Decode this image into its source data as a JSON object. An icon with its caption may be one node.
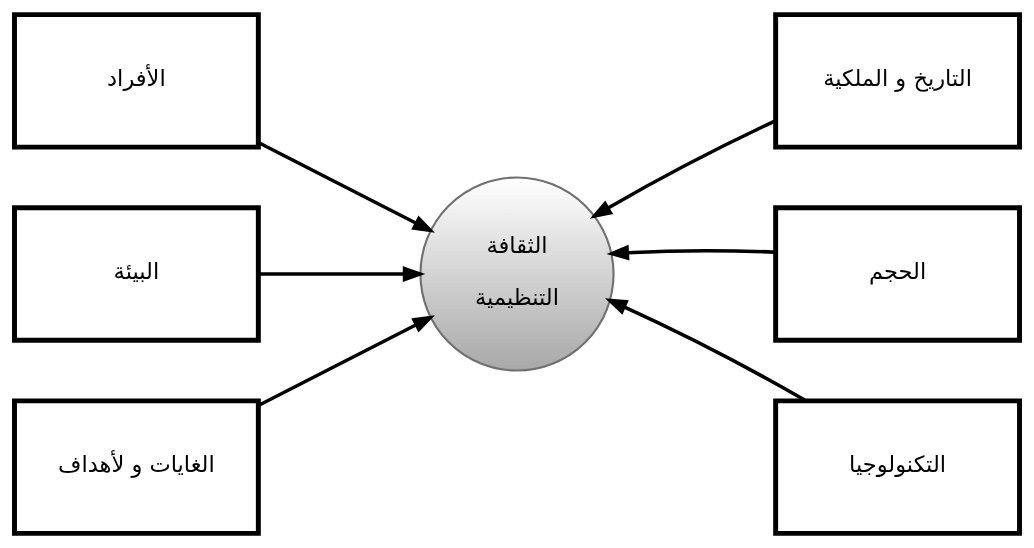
{
  "diagram": {
    "nodes": [
      {
        "text": [
          "الأفراد"
        ]
      },
      {
        "text": [
          "التاريخ و الملكية"
        ]
      },
      {
        "text": [
          "البيئة"
        ]
      },
      {
        "text": [
          "الثقافة التنظيمية"
        ]
      },
      {
        "text": [
          "الحجم"
        ]
      },
      {
        "text": [
          "الغايات و لأهداف"
        ]
      },
      {
        "text": [
          "التكنولوجيا"
        ]
      }
    ],
    "edges": [
      {
        "from": 0,
        "to": 3,
        "arrow": "to"
      },
      {
        "from": 1,
        "to": 3,
        "arrow": "to"
      },
      {
        "from": 2,
        "to": 3,
        "arrow": "to"
      },
      {
        "from": 4,
        "to": 3,
        "arrow": "to"
      },
      {
        "from": 5,
        "to": 3,
        "arrow": "to"
      },
      {
        "from": 6,
        "to": 3,
        "arrow": "to"
      }
    ]
  }
}
